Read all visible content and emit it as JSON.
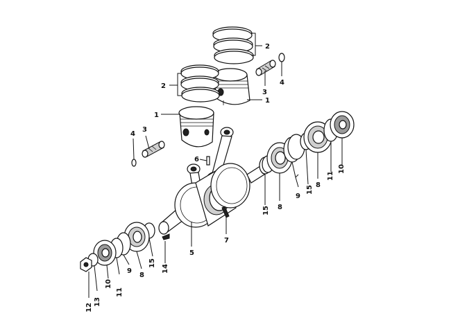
{
  "callouts": {
    "c1_top": "1",
    "c1_left": "1",
    "c2_top": "2",
    "c2_left": "2",
    "c3_top": "3",
    "c3_left": "3",
    "c4_top": "4",
    "c4_left": "4",
    "c5": "5",
    "c6": "6",
    "c7": "7",
    "c8_right_a": "8",
    "c8_right_b": "8",
    "c8_left": "8",
    "c9_right": "9",
    "c9_left": "9",
    "c10_right": "10",
    "c10_left": "10",
    "c11_right": "11",
    "c11_left": "11",
    "c12": "12",
    "c13": "13",
    "c14": "14",
    "c15_right_a": "15",
    "c15_right_b": "15",
    "c15_left": "15"
  }
}
